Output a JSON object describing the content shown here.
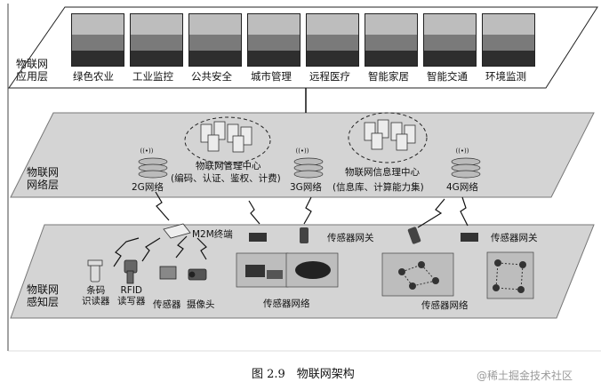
{
  "layers": {
    "application": "物联网\n应用层",
    "network": "物联网\n网络层",
    "perception": "物联网\n感知层"
  },
  "applications": [
    "绿色农业",
    "工业监控",
    "公共安全",
    "城市管理",
    "远程医疗",
    "智能家居",
    "智能交通",
    "环境监测"
  ],
  "network": {
    "mgmt_center": "物联网管理中心",
    "mgmt_functions": "(编码、认证、鉴权、计费)",
    "info_center": "物联网信息理中心",
    "info_functions": "(信息库、计算能力集)",
    "net_2g": "2G网络",
    "net_3g": "3G网络",
    "net_4g": "4G网络"
  },
  "perception": {
    "m2m_terminal": "M2M终端",
    "gateway_1": "传感器网关",
    "gateway_2": "传感器网关",
    "barcode_reader": "条码\n识读器",
    "rfid_reader": "RFID\n读写器",
    "sensor": "传感器",
    "camera": "摄像头",
    "sensor_network_1": "传感器网络",
    "sensor_network_2": "传感器网络"
  },
  "caption": "图 2.9　物联网架构",
  "watermark": "@稀土掘金技术社区",
  "colors": {
    "plane_fill": "#d4d4d4",
    "plane_stroke": "#555555",
    "ink": "#111111"
  }
}
